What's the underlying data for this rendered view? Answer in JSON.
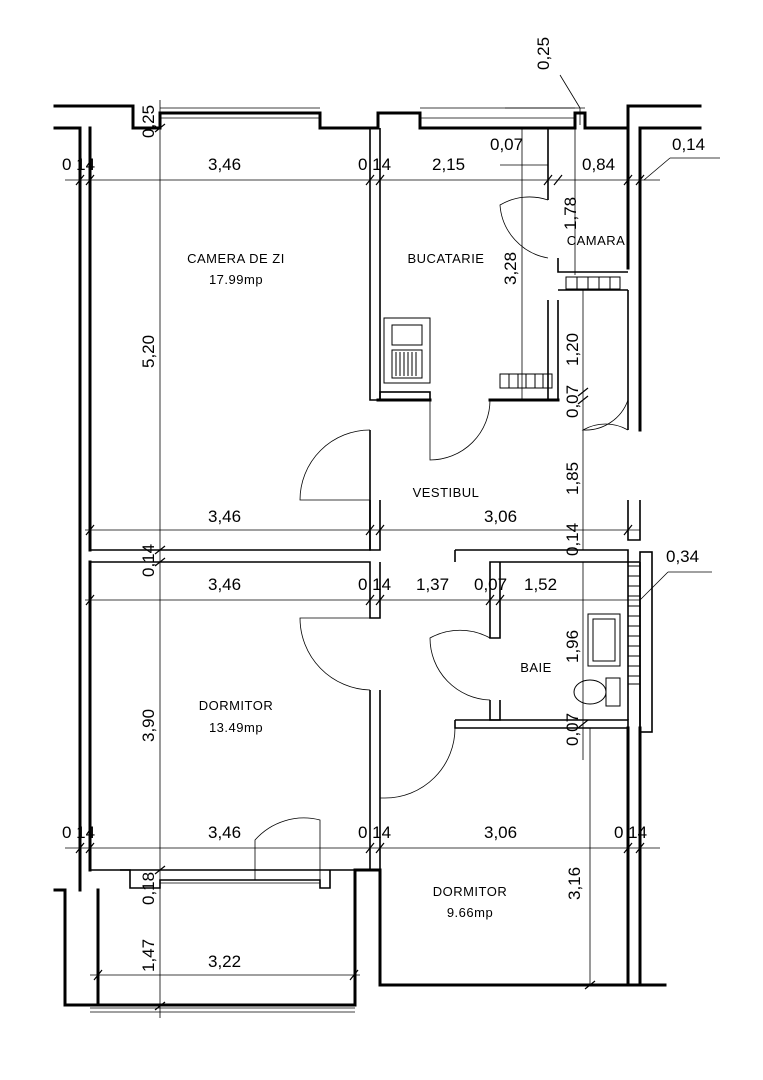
{
  "rooms": {
    "camera_de_zi": {
      "name": "CAMERA DE ZI",
      "area": "17.99mp"
    },
    "bucatarie": {
      "name": "BUCATARIE"
    },
    "camara": {
      "name": "CAMARA"
    },
    "vestibul": {
      "name": "VESTIBUL"
    },
    "baie": {
      "name": "BAIE"
    },
    "dormitor_1": {
      "name": "DORMITOR",
      "area": "13.49mp"
    },
    "dormitor_2": {
      "name": "DORMITOR",
      "area": "9.66mp"
    }
  },
  "dims": {
    "d_025_top": "0,25",
    "d_025_left": "0,25",
    "d_007_top": "0,07",
    "d_014_top_right": "0,14",
    "d_014_a": "0 14",
    "d_346_a": "3,46",
    "d_014_b": "0 14",
    "d_215": "2,15",
    "d_084": "0,84",
    "d_178": "1,78",
    "d_328": "3,28",
    "d_520": "5,20",
    "d_120": "1,20",
    "d_007_b": "0,07",
    "d_185": "1,85",
    "d_346_b": "3,46",
    "d_306_a": "3,06",
    "d_014_c": "0,14",
    "d_014_d": "0,14",
    "d_034": "0,34",
    "d_346_c": "3,46",
    "d_014_e": "0 14",
    "d_137": "1,37",
    "d_007_c": "0,07",
    "d_152": "1,52",
    "d_196": "1,96",
    "d_390": "3,90",
    "d_007_d": "0,07",
    "d_014_f": "0 14",
    "d_346_d": "3,46",
    "d_014_g": "0 14",
    "d_306_b": "3,06",
    "d_014_h": "0 14",
    "d_018": "0,18",
    "d_316": "3,16",
    "d_147": "1,47",
    "d_322": "3,22"
  }
}
